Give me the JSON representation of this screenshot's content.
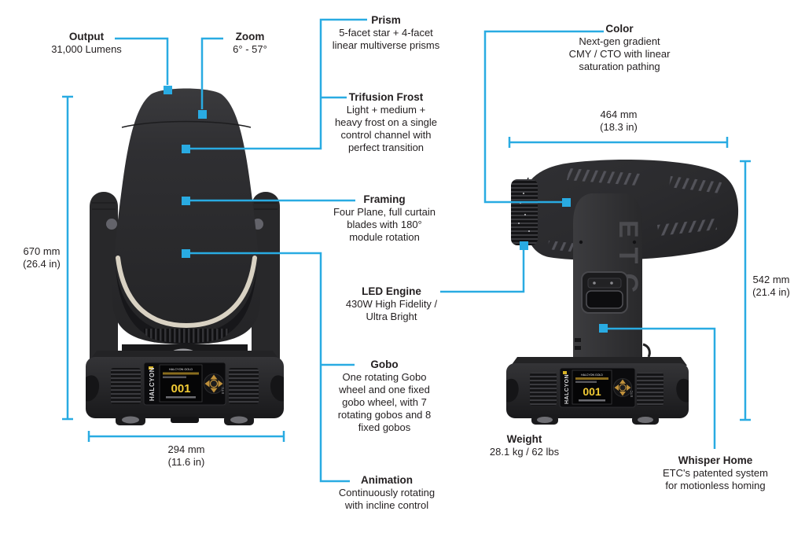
{
  "figure": {
    "kind": "product-spec-diagram",
    "views": [
      "front",
      "side"
    ]
  },
  "colors": {
    "accent": "#29ABE2",
    "text": "#231F20",
    "background": "#FFFFFF",
    "display_value_yellow": "#F2CB35",
    "dpad_gold": "#C0913B"
  },
  "callouts": {
    "output": {
      "title": "Output",
      "lines": [
        "31,000 Lumens"
      ]
    },
    "zoom": {
      "title": "Zoom",
      "lines": [
        "6° - 57°"
      ]
    },
    "prism": {
      "title": "Prism",
      "lines": [
        "5-facet star + 4-facet",
        "linear multiverse prisms"
      ]
    },
    "trifusion_frost": {
      "title": "Trifusion Frost",
      "lines": [
        "Light + medium +",
        "heavy frost on a single",
        "control channel with",
        "perfect transition"
      ]
    },
    "framing": {
      "title": "Framing",
      "lines": [
        "Four Plane, full curtain",
        "blades with 180°",
        "module rotation"
      ]
    },
    "led_engine": {
      "title": "LED Engine",
      "lines": [
        "430W High Fidelity /",
        "Ultra Bright"
      ]
    },
    "gobo": {
      "title": "Gobo",
      "lines": [
        "One rotating Gobo",
        "wheel and one fixed",
        "gobo wheel, with 7",
        "rotating gobos and 8",
        "fixed gobos"
      ]
    },
    "animation": {
      "title": "Animation",
      "lines": [
        "Continuously rotating",
        "with incline control"
      ]
    },
    "color": {
      "title": "Color",
      "lines": [
        "Next-gen gradient",
        "CMY / CTO with linear",
        "saturation pathing"
      ]
    },
    "weight": {
      "title": "Weight",
      "lines": [
        "28.1 kg / 62 lbs"
      ]
    },
    "whisper_home": {
      "title": "Whisper Home",
      "lines": [
        "ETC's patented system",
        "for motionless homing"
      ]
    }
  },
  "dimensions": {
    "front_height": {
      "value": "670 mm",
      "imperial": "(26.4 in)"
    },
    "front_width": {
      "value": "294 mm",
      "imperial": "(11.6 in)"
    },
    "side_width": {
      "value": "464 mm",
      "imperial": "(18.3 in)"
    },
    "side_height": {
      "value": "542 mm",
      "imperial": "(21.4 in)"
    }
  },
  "fixture": {
    "display_header": "HALCYON GOLD",
    "display_value": "001",
    "brand_strip": "HALCYON",
    "panel_badge": "ETC",
    "arm_logo": "ETC"
  }
}
